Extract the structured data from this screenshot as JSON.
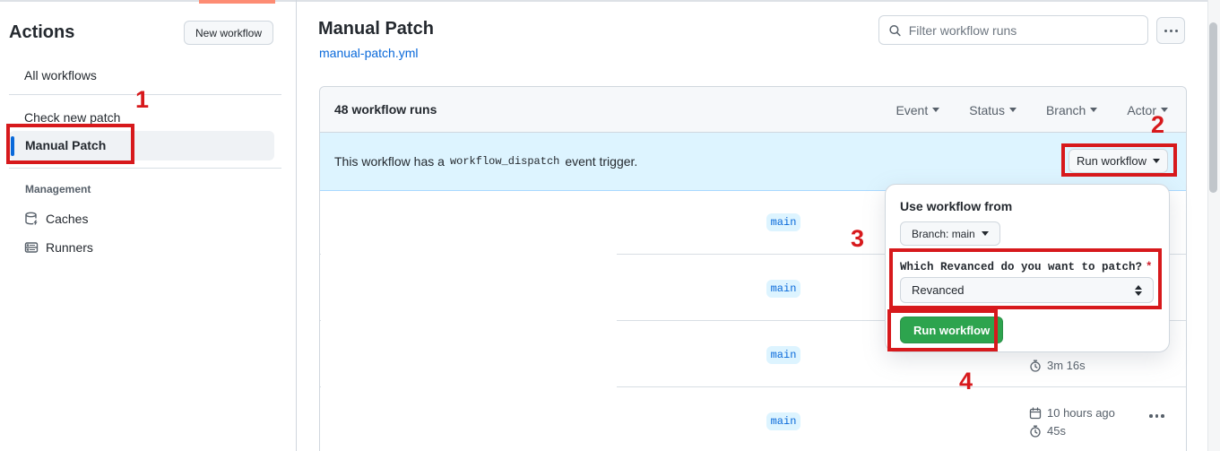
{
  "annotations": {
    "step1": "1",
    "step2": "2",
    "step3": "3",
    "step4": "4"
  },
  "colors": {
    "accent_blue": "#0969da",
    "banner_blue": "#ddf4ff",
    "success_green": "#2da44e",
    "annotation_red": "#d7191c",
    "tab_indicator_coral": "#fd8c73"
  },
  "sidebar": {
    "title": "Actions",
    "new_workflow_button": "New workflow",
    "items": [
      {
        "label": "All workflows"
      },
      {
        "label": "Check new patch"
      },
      {
        "label": "Manual Patch"
      }
    ],
    "management": {
      "title": "Management",
      "items": [
        {
          "label": "Caches",
          "icon": "cache-icon"
        },
        {
          "label": "Runners",
          "icon": "runner-icon"
        }
      ]
    }
  },
  "header": {
    "title": "Manual Patch",
    "file_link": "manual-patch.yml",
    "filter_placeholder": "Filter workflow runs",
    "kebab_icon": "horizontal-dots"
  },
  "runs_panel": {
    "count_label": "48 workflow runs",
    "filters": [
      {
        "label": "Event"
      },
      {
        "label": "Status"
      },
      {
        "label": "Branch"
      },
      {
        "label": "Actor"
      }
    ],
    "banner": {
      "text_before": "This workflow has a",
      "code": "workflow_dispatch",
      "text_after": "event trigger.",
      "run_button": "Run workflow"
    },
    "rows": [
      {
        "branch": "main"
      },
      {
        "branch": "main"
      },
      {
        "branch": "main",
        "duration": "3m 16s"
      },
      {
        "branch": "main",
        "time": "10 hours ago",
        "duration": "45s"
      }
    ]
  },
  "run_dialog": {
    "heading": "Use workflow from",
    "branch_button": "Branch: main",
    "input_label": "Which Revanced do you want to patch?",
    "required_mark": "*",
    "select_value": "Revanced",
    "submit_button": "Run workflow"
  }
}
